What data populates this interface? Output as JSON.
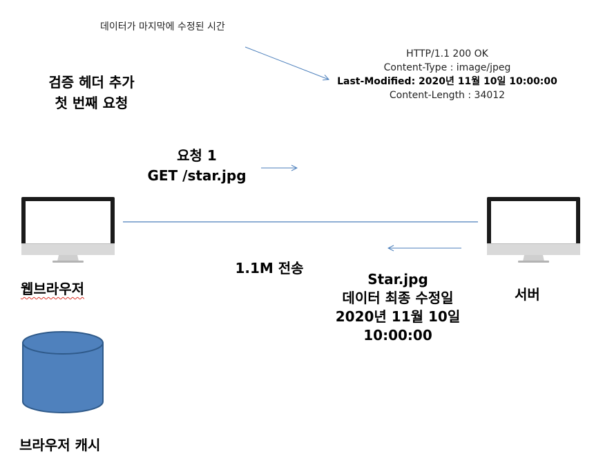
{
  "annotation": "데이터가 마지막에 수정된 시간",
  "response": {
    "status_line": "HTTP/1.1 200 OK",
    "content_type": "Content-Type : image/jpeg",
    "last_modified": "Last-Modified:  2020년  11월  10일  10:00:00",
    "content_length": "Content-Length : 34012"
  },
  "title": {
    "line1": "검증 헤더 추가",
    "line2": "첫 번째 요청"
  },
  "request": {
    "line1": "요청 1",
    "line2": "GET /star.jpg"
  },
  "transfer": "1.1M 전송",
  "browser_label": "웹브라우저",
  "server_label": "서버",
  "resource_info": {
    "line1": "Star.jpg",
    "line2": "데이터 최종 수정일",
    "line3": "2020년 11월 10일",
    "line4": "10:00:00"
  },
  "cache_label": "브라우저 캐시",
  "colors": {
    "arrow": "#4a7ebb",
    "cache_fill": "#4f81bd",
    "cache_stroke": "#2f5a8a",
    "monitor_frame": "#1a1a1a"
  },
  "icons": {
    "browser": "monitor-icon",
    "server": "monitor-icon",
    "cache": "database-cylinder-icon"
  }
}
